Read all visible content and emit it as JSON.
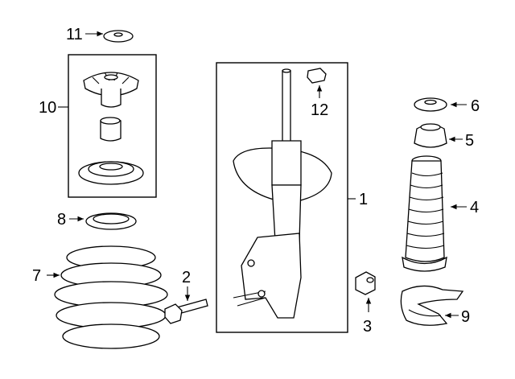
{
  "diagram": {
    "callouts": [
      {
        "id": "11",
        "label": "11"
      },
      {
        "id": "10",
        "label": "10"
      },
      {
        "id": "8",
        "label": "8"
      },
      {
        "id": "7",
        "label": "7"
      },
      {
        "id": "2",
        "label": "2"
      },
      {
        "id": "1",
        "label": "1"
      },
      {
        "id": "12",
        "label": "12"
      },
      {
        "id": "6",
        "label": "6"
      },
      {
        "id": "5",
        "label": "5"
      },
      {
        "id": "4",
        "label": "4"
      },
      {
        "id": "3",
        "label": "3"
      },
      {
        "id": "9",
        "label": "9"
      }
    ]
  }
}
